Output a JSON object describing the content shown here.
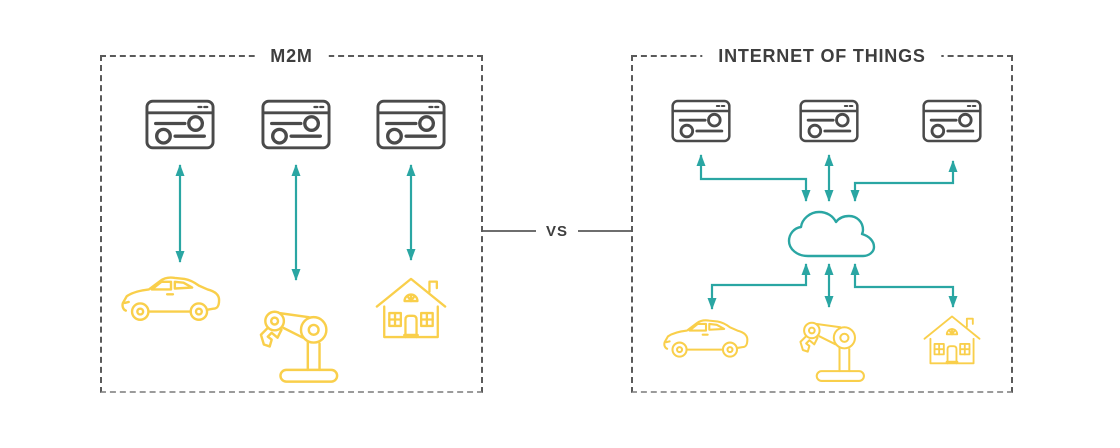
{
  "left_panel": {
    "title": "M2M",
    "top_row_icons": [
      "browser-window",
      "browser-window",
      "browser-window"
    ],
    "bottom_row_icons": [
      "car",
      "robot-arm",
      "house"
    ]
  },
  "divider": {
    "label": "VS"
  },
  "right_panel": {
    "title": "INTERNET OF THINGS",
    "top_row_icons": [
      "browser-window",
      "browser-window",
      "browser-window"
    ],
    "hub_icon": "cloud",
    "bottom_row_icons": [
      "car",
      "robot-arm",
      "house"
    ]
  },
  "colors": {
    "teal": "#2AA6A3",
    "yellow": "#F9CF4B",
    "dark": "#4A4A4A",
    "border_gray": "#5A5A5A",
    "border_bottom_gray": "#9B9B9B",
    "divider_line_gray": "#6E6E6E",
    "title_text": "#3E3E3E",
    "background": "#FFFFFF"
  }
}
